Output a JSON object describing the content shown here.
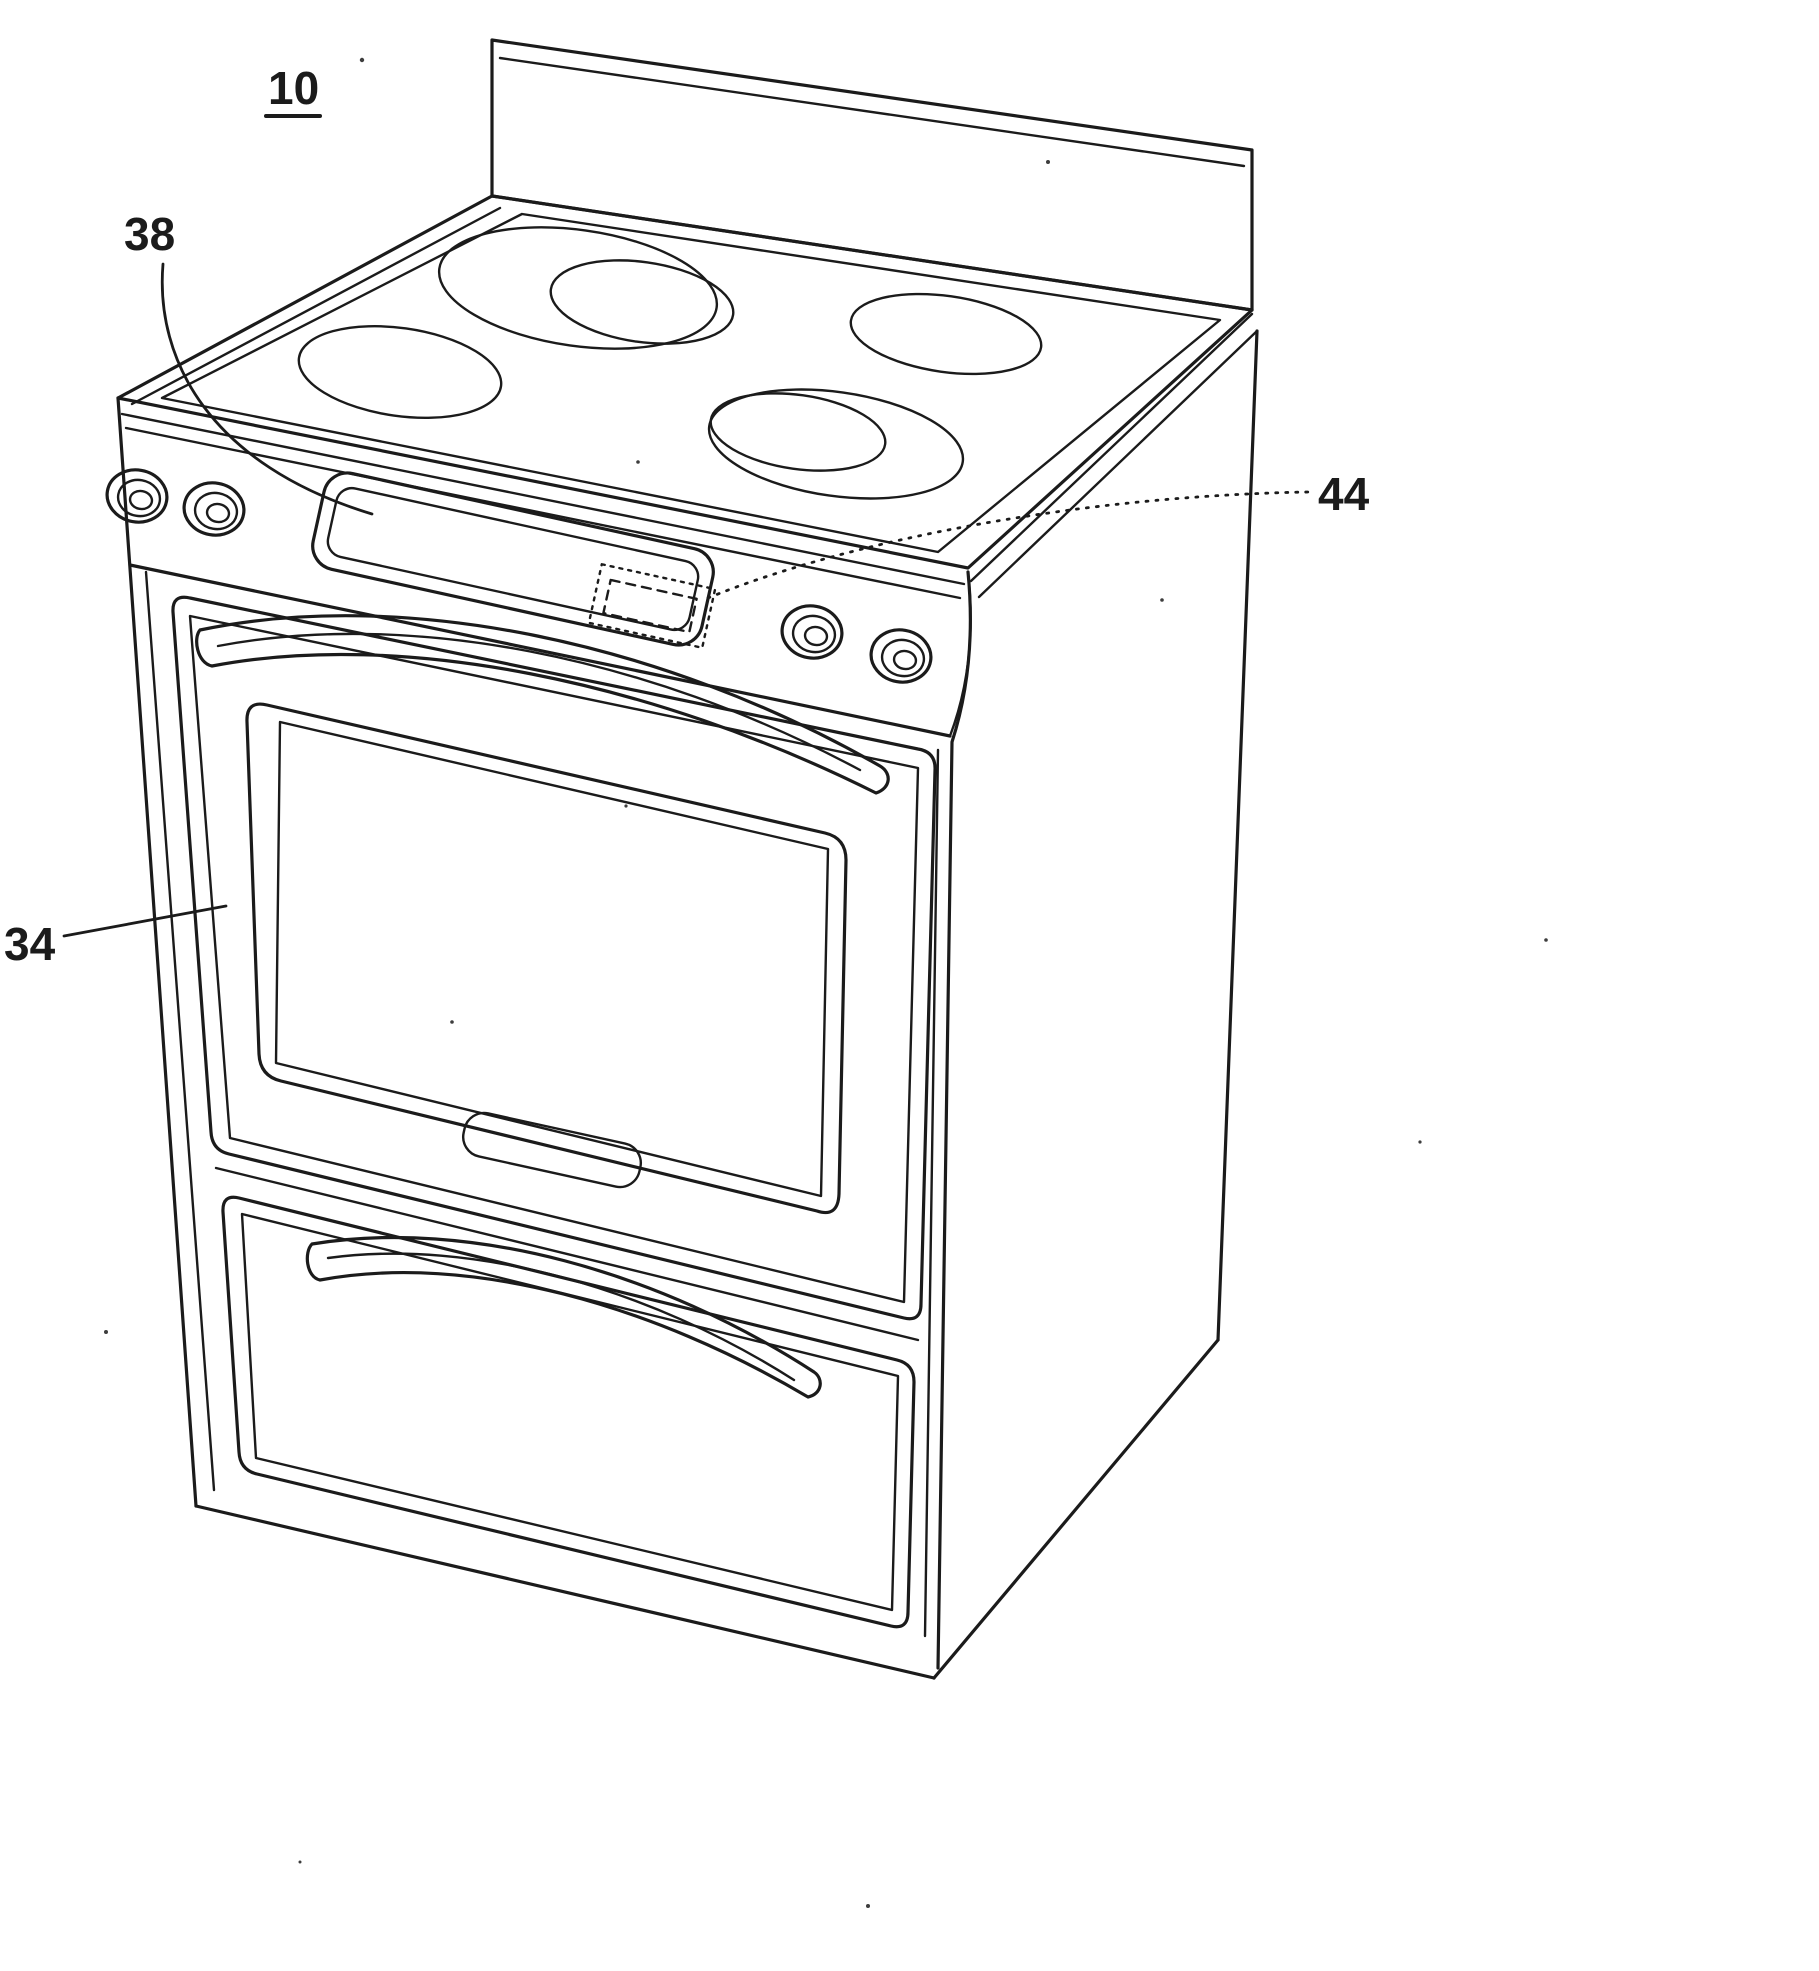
{
  "figure": {
    "labels": {
      "assembly": {
        "text": "10",
        "underlined": true,
        "target": "range-assembly"
      },
      "display": {
        "text": "38",
        "target": "control-panel-display-window"
      },
      "indicator": {
        "text": "44",
        "target": "display-indicator-region"
      },
      "door": {
        "text": "34",
        "target": "oven-door"
      }
    }
  },
  "colors": {
    "ink": "#1b1b1b",
    "paper": "#ffffff"
  }
}
